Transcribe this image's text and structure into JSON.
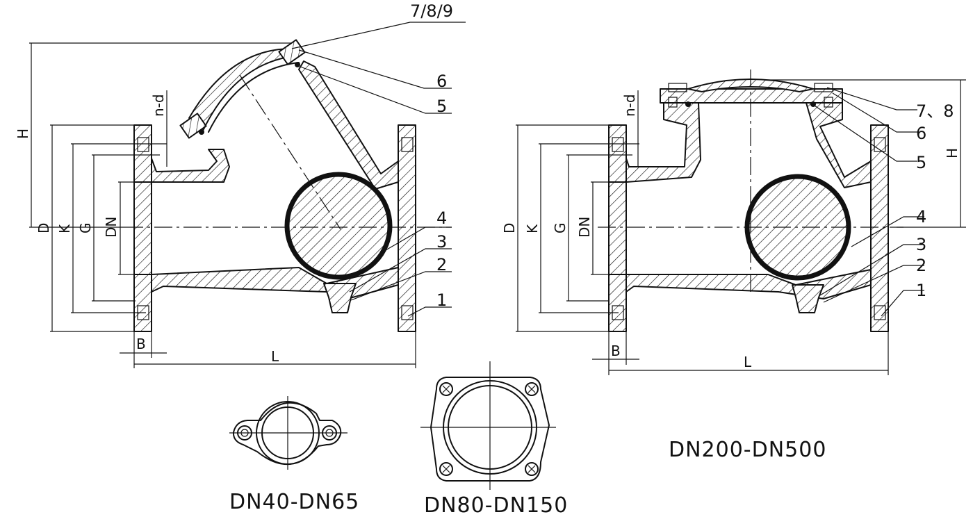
{
  "callouts_left": {
    "top": "7/8/9",
    "c6": "6",
    "c5": "5",
    "c4": "4",
    "c3": "3",
    "c2": "2",
    "c1": "1"
  },
  "callouts_right": {
    "top": "7、8",
    "c6": "6",
    "c5": "5",
    "c4": "4",
    "c3": "3",
    "c2": "2",
    "c1": "1"
  },
  "dimensions_left": {
    "h": "H",
    "d": "D",
    "k": "K",
    "g": "G",
    "dn": "DN",
    "nd": "n-d",
    "b": "B",
    "l": "L"
  },
  "dimensions_right": {
    "h": "H",
    "d": "D",
    "k": "K",
    "g": "G",
    "dn": "DN",
    "nd": "n-d",
    "b": "B",
    "l": "L"
  },
  "captions": {
    "small": "DN40-DN65",
    "medium": "DN80-DN150",
    "large": "DN200-DN500"
  }
}
